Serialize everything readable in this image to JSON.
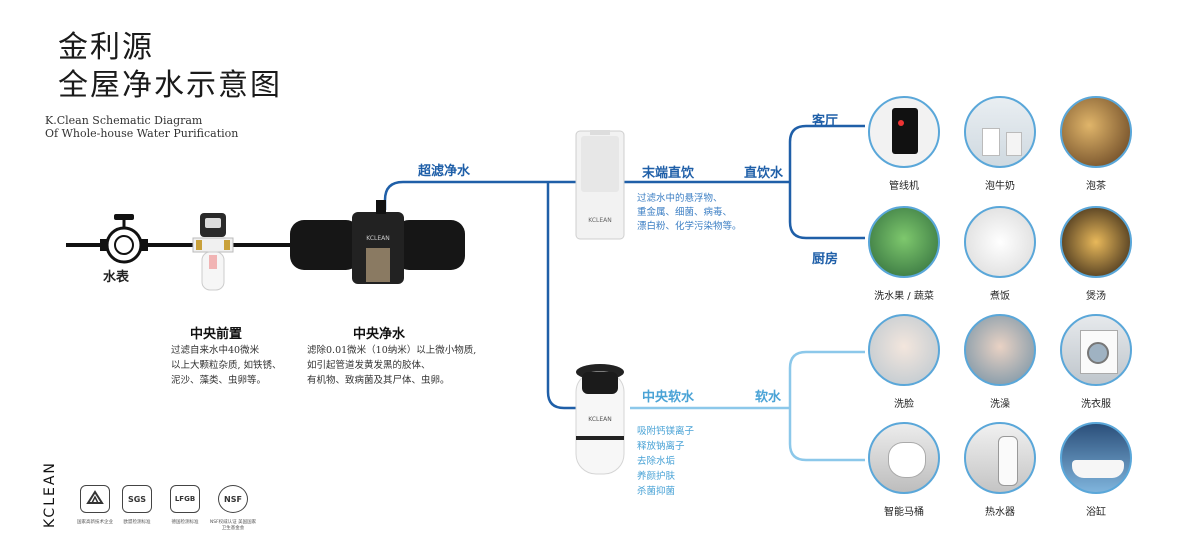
{
  "header": {
    "title_line1": "金利源",
    "title_line2": "全屋净水示意图",
    "subtitle_line1": "K.Clean Schematic Diagram",
    "subtitle_line2": "Of  Whole-house Water Purification"
  },
  "flow": {
    "meter_label": "水表",
    "ultra_filter_label": "超滤净水",
    "terminal_label": "末端直饮",
    "direct_drink_label": "直饮水",
    "central_softener_label": "中央软水",
    "soft_water_label": "软水",
    "living_room_label": "客厅",
    "kitchen_label": "厨房"
  },
  "pre_filter": {
    "title": "中央前置",
    "desc": [
      "过滤自来水中40微米",
      "以上大颗粒杂质, 如铁锈、",
      "泥沙、藻类、虫卵等。"
    ]
  },
  "central_purifier": {
    "title": "中央净水",
    "desc": [
      "滤除0.01微米（10纳米）以上微小物质,",
      "如引起管道发黄发黑的胶体、",
      "有机物、致病菌及其尸体、虫卵。"
    ]
  },
  "terminal": {
    "desc": [
      "过滤水中的悬浮物、",
      "重金属、细菌、病毒、",
      "漂白粉、化学污染物等。"
    ]
  },
  "softener": {
    "desc": [
      "吸附钙镁离子",
      "释放钠离子",
      "去除水垢",
      "养颜护肤",
      "杀菌抑菌"
    ]
  },
  "icons": {
    "drink": [
      {
        "label": "管线机",
        "icon": "dispenser-icon"
      },
      {
        "label": "泡牛奶",
        "icon": "milk-icon"
      },
      {
        "label": "泡茶",
        "icon": "tea-icon"
      }
    ],
    "kitchen": [
      {
        "label": "洗水果 / 蔬菜",
        "icon": "vegetable-icon"
      },
      {
        "label": "煮饭",
        "icon": "rice-icon"
      },
      {
        "label": "煲汤",
        "icon": "soup-icon"
      }
    ],
    "soft_row1": [
      {
        "label": "洗脸",
        "icon": "face-wash-icon"
      },
      {
        "label": "洗澡",
        "icon": "shower-icon"
      },
      {
        "label": "洗衣服",
        "icon": "washing-machine-icon"
      }
    ],
    "soft_row2": [
      {
        "label": "智能马桶",
        "icon": "toilet-icon"
      },
      {
        "label": "热水器",
        "icon": "water-heater-icon"
      },
      {
        "label": "浴缸",
        "icon": "bathtub-icon"
      }
    ]
  },
  "brand": {
    "logo_text": "KCLEAN",
    "certs": [
      {
        "mark": "",
        "caption": "国家高新技术企业",
        "icon": "hi-tech-enterprise-icon"
      },
      {
        "mark": "SGS",
        "caption": "欧盟检测标准"
      },
      {
        "mark": "LFGB",
        "caption": "德国检测标准"
      },
      {
        "mark": "NSF",
        "caption": "NSF权威认证 美国国家卫生基金会"
      }
    ]
  },
  "colors": {
    "dark_blue": "#1f5fa8",
    "light_blue": "#8cc8ea",
    "accent_blue": "#4aa3d6"
  }
}
